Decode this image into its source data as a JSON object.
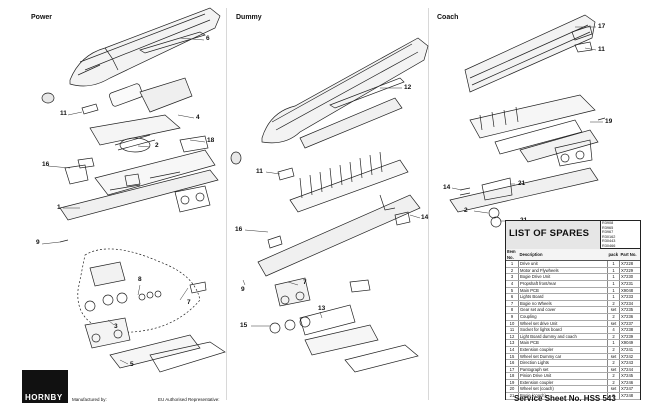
{
  "sections": {
    "power": "Power",
    "dummy": "Dummy",
    "coach": "Coach"
  },
  "callouts": {
    "power": [
      "6",
      "11",
      "4",
      "2",
      "18",
      "16",
      "1",
      "9",
      "3",
      "8",
      "7",
      "5"
    ],
    "dummy": [
      "12",
      "11",
      "16",
      "14",
      "9",
      "7",
      "15",
      "13"
    ],
    "coach": [
      "17",
      "11",
      "19",
      "14",
      "21",
      "2",
      "21"
    ]
  },
  "spares": {
    "title": "LIST OF SPARES",
    "codes": [
      "R3908",
      "R3965",
      "R3967",
      "R30162",
      "R30443",
      "R30466"
    ],
    "columns": [
      "Item No.",
      "Description",
      "pack",
      "Part No."
    ],
    "items": [
      {
        "no": "1",
        "desc": "Drive unit",
        "pack": "1",
        "part": "X7228"
      },
      {
        "no": "2",
        "desc": "Motor and Flywheels",
        "pack": "1",
        "part": "X7229"
      },
      {
        "no": "3",
        "desc": "Bogie Drive Unit",
        "pack": "1",
        "part": "X7230"
      },
      {
        "no": "4",
        "desc": "Propshaft front/rear",
        "pack": "1",
        "part": "X7231"
      },
      {
        "no": "5",
        "desc": "Main PCB",
        "pack": "1",
        "part": "X9048"
      },
      {
        "no": "6",
        "desc": "Lights Board",
        "pack": "1",
        "part": "X7233"
      },
      {
        "no": "7",
        "desc": "Bogie no Wheels",
        "pack": "2",
        "part": "X7234"
      },
      {
        "no": "8",
        "desc": "Gear set and cover",
        "pack": "set",
        "part": "X7235"
      },
      {
        "no": "9",
        "desc": "Coupling",
        "pack": "2",
        "part": "X7236"
      },
      {
        "no": "10",
        "desc": "Wheel set drive Unit",
        "pack": "set",
        "part": "X7237"
      },
      {
        "no": "11",
        "desc": "Socket for lights board",
        "pack": "4",
        "part": "X7238"
      },
      {
        "no": "12",
        "desc": "Light Board dummy and coach",
        "pack": "2",
        "part": "X7239"
      },
      {
        "no": "13",
        "desc": "Main PCB",
        "pack": "1",
        "part": "X9049"
      },
      {
        "no": "14",
        "desc": "Extension coupler",
        "pack": "2",
        "part": "X7241"
      },
      {
        "no": "15",
        "desc": "Wheel set Dummy car",
        "pack": "set",
        "part": "X7242"
      },
      {
        "no": "16",
        "desc": "Direction Lights",
        "pack": "2",
        "part": "X7243"
      },
      {
        "no": "17",
        "desc": "Pantograph set",
        "pack": "set",
        "part": "X7244"
      },
      {
        "no": "18",
        "desc": "Pinion Drive Unit",
        "pack": "2",
        "part": "X7245"
      },
      {
        "no": "19",
        "desc": "Extension coupler",
        "pack": "2",
        "part": "X7246"
      },
      {
        "no": "20",
        "desc": "Wheel set (coach)",
        "pack": "set",
        "part": "X7247"
      },
      {
        "no": "21",
        "desc": "Bogie (coach)",
        "pack": "2",
        "part": "X7248"
      }
    ]
  },
  "footer": {
    "logo": "HORNBY",
    "manufactured": "Manufactured by:",
    "authorised": "EU Authorised Representative:",
    "sheet": "Service Sheet No. HSS 543"
  }
}
